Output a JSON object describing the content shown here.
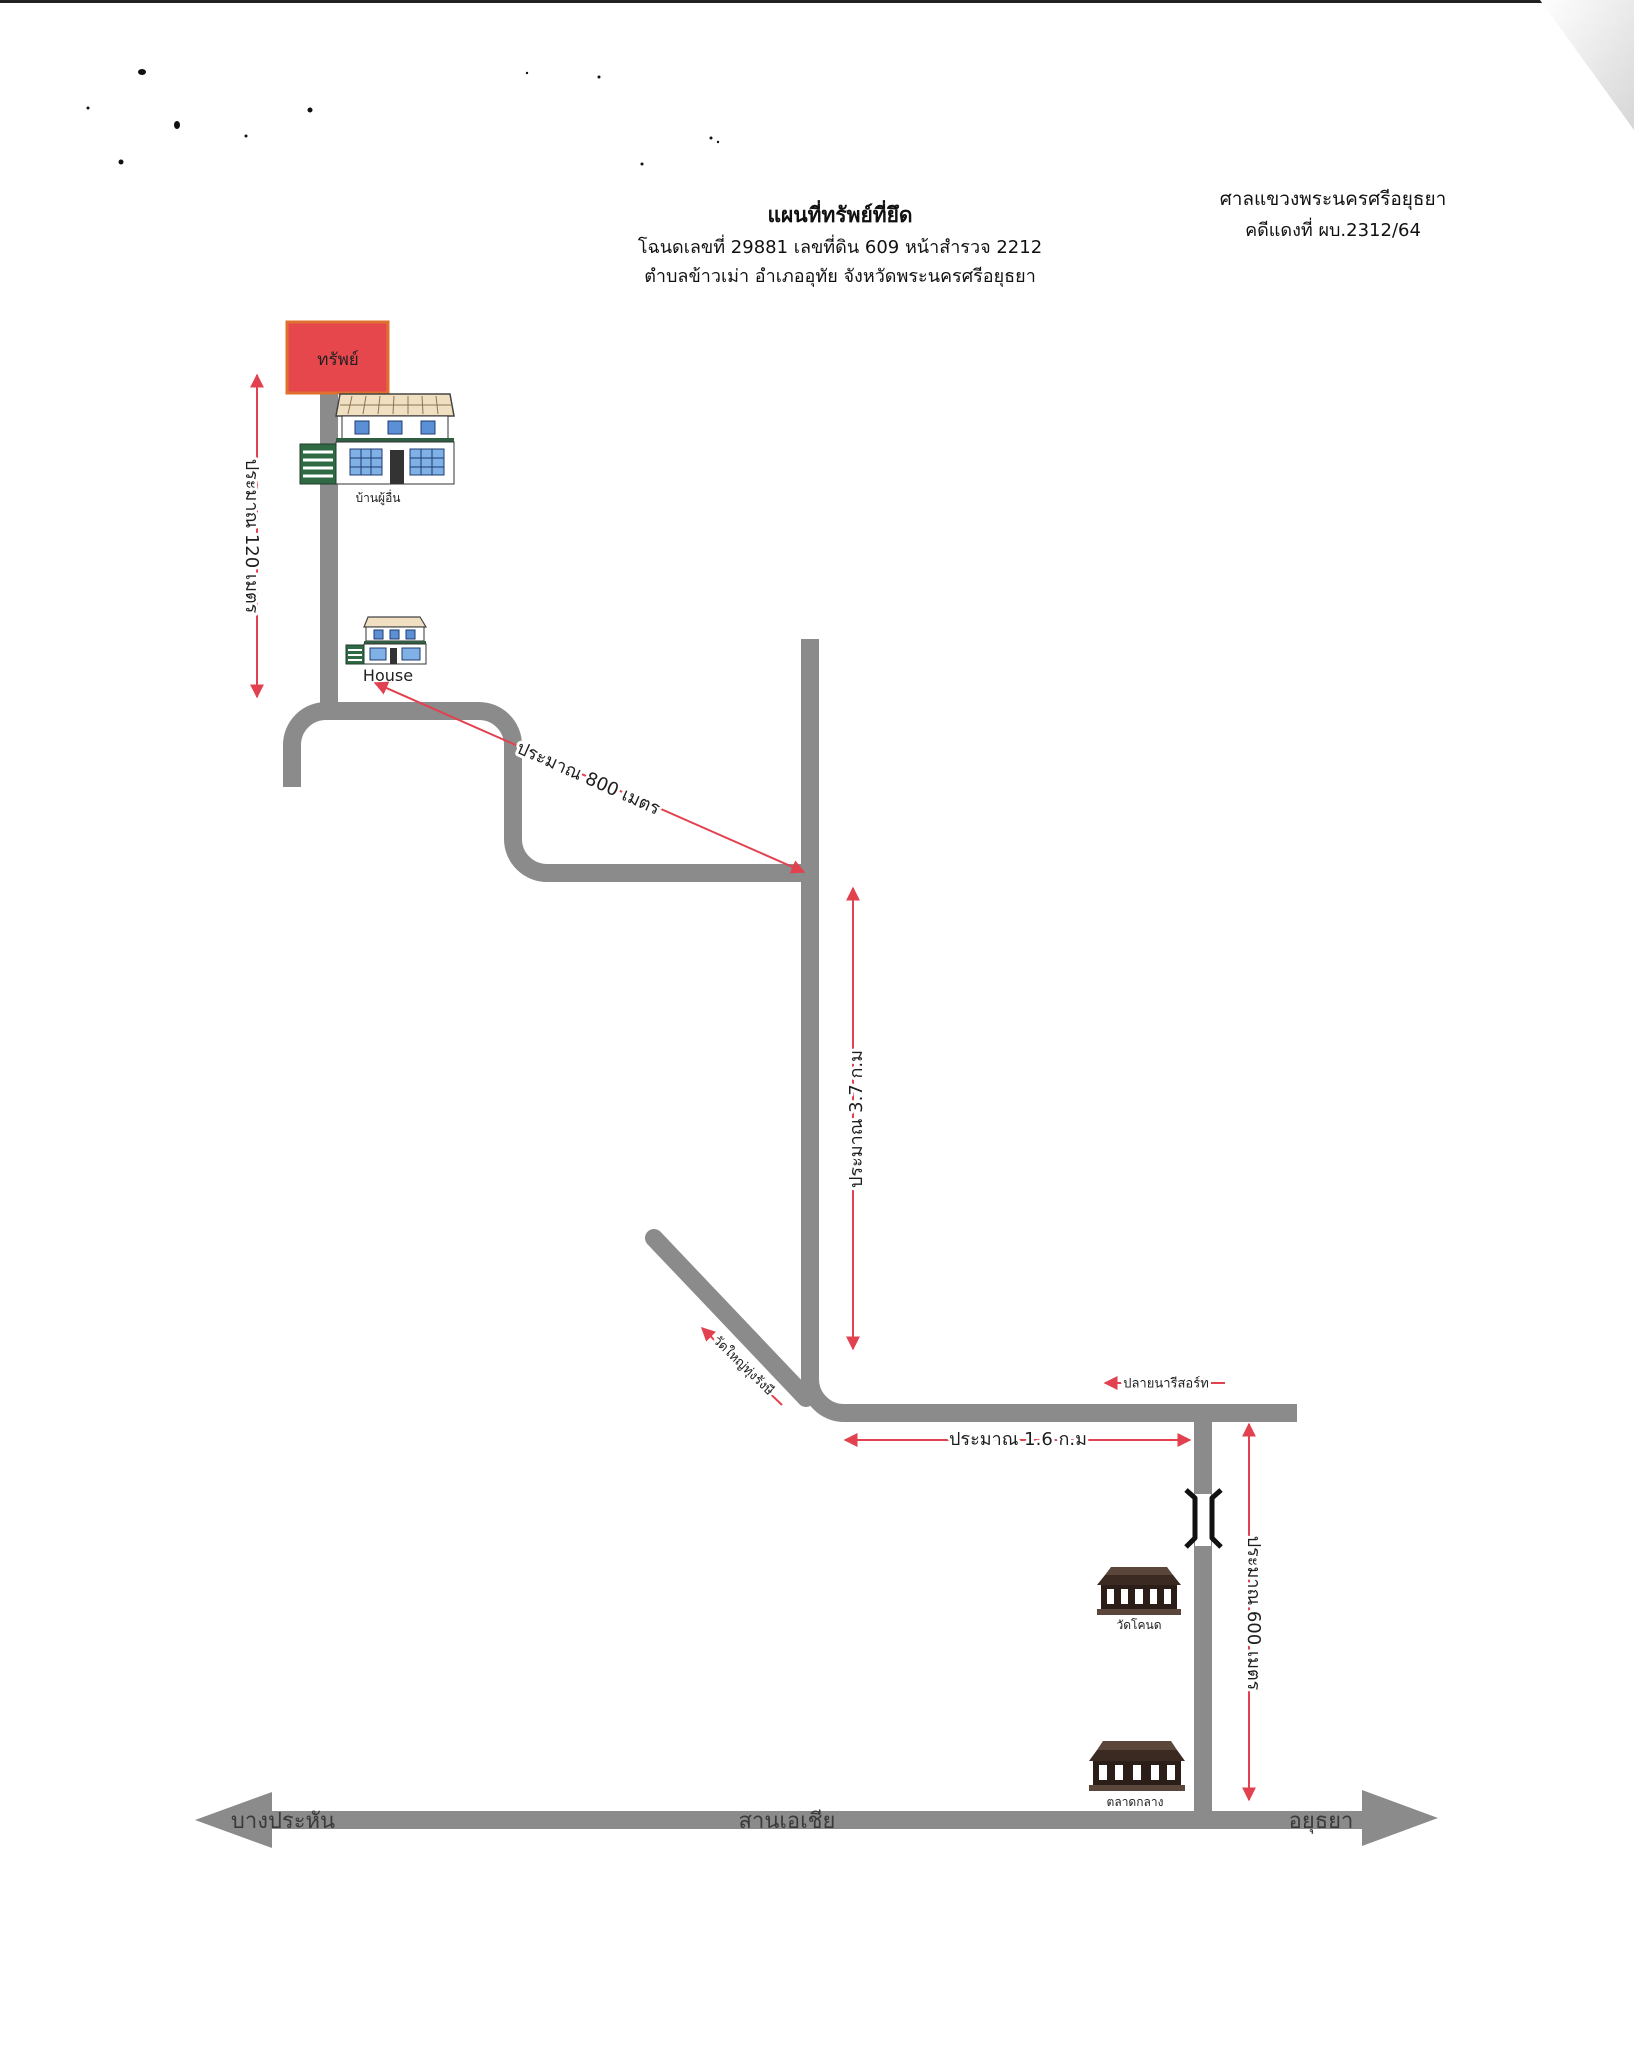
{
  "header": {
    "title": "แผนที่ทรัพย์ที่ยึด",
    "deed_line": "โฉนดเลขที่ 29881 เลขที่ดิน 609 หน้าสำรวจ 2212",
    "location_line": "ตำบลข้าวเม่า อำเภออุทัย จังหวัดพระนครศรีอยุธยา"
  },
  "court": {
    "name": "ศาลแขวงพระนครศรีอยุธยา",
    "case_no": "คดีแดงที่ ผบ.2312/64"
  },
  "property": {
    "label": "ทรัพย์"
  },
  "landmarks": {
    "other_house": "บ้านผู้อื่น",
    "house": "House",
    "temple": "วัดโคนด",
    "market": "ตลาดกลาง",
    "resort": "ปลายนารีสอร์ท",
    "temple_northwest": "วัดใหญ่ทุ่งรังษี"
  },
  "distances": {
    "to_property": "ประมาณ 120 เมตร",
    "house_to_junction": "ประมาณ 800 เมตร",
    "north_south_road": "ประมาณ 3.7 ก.ม",
    "east_road": "ประมาณ 1.6 ก.ม",
    "from_highway": "ประมาณ 600 เมตร"
  },
  "main_road": {
    "west": "บางประหัน",
    "center": "สานเอเชีย",
    "east": "อยุธยา"
  },
  "icons": [
    "house-icon",
    "house-icon",
    "bridge-icon",
    "temple-icon",
    "market-icon"
  ],
  "colors": {
    "road": "#8b8b8b",
    "arrow": "#e2414f",
    "property": "#e5474d"
  }
}
